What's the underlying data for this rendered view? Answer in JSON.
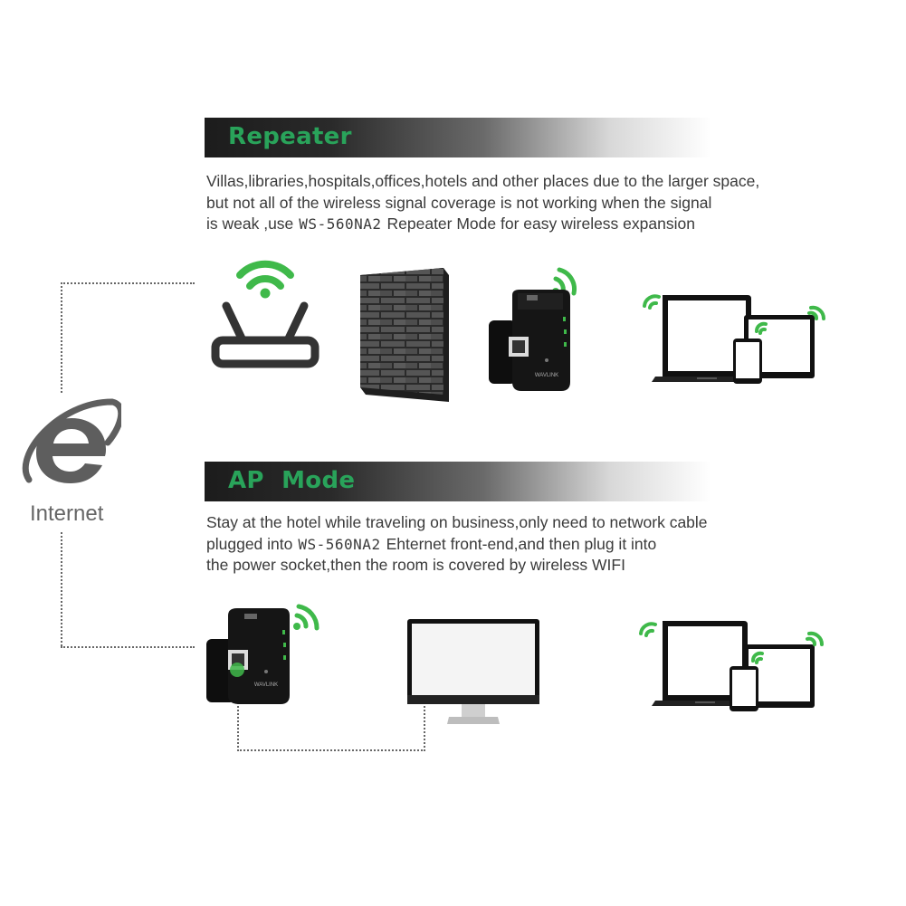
{
  "repeater": {
    "title": "Repeater",
    "lines": [
      {
        "text": "Villas,libraries,hospitals,offices,hotels and other places due to the larger space,"
      },
      {
        "text": "but not all of the wireless signal coverage is not working when the signal"
      },
      {
        "before": "is weak ,use",
        "model": "WS-560NA2",
        "after": "Repeater Mode  for easy wireless expansion"
      }
    ]
  },
  "ap_mode": {
    "title": "AP Mode",
    "lines": [
      {
        "text": "Stay at the hotel while traveling on business,only need to network cable"
      },
      {
        "before": "plugged into",
        "model": "WS-560NA2",
        "after": "Ehternet front-end,and then plug it into"
      },
      {
        "text": "the power socket,then the room is covered by wireless WIFI"
      }
    ]
  },
  "internet": {
    "label": "Internet",
    "icon": "internet-explorer-icon"
  },
  "device_brand": "WAVLINK",
  "colors": {
    "accent_green": "#29a35a",
    "wifi_green": "#3fb94a",
    "banner_dark": "#1c1c1c",
    "text": "#3a3a3a",
    "device_black": "#141414",
    "brick": "#4a4a4a"
  }
}
